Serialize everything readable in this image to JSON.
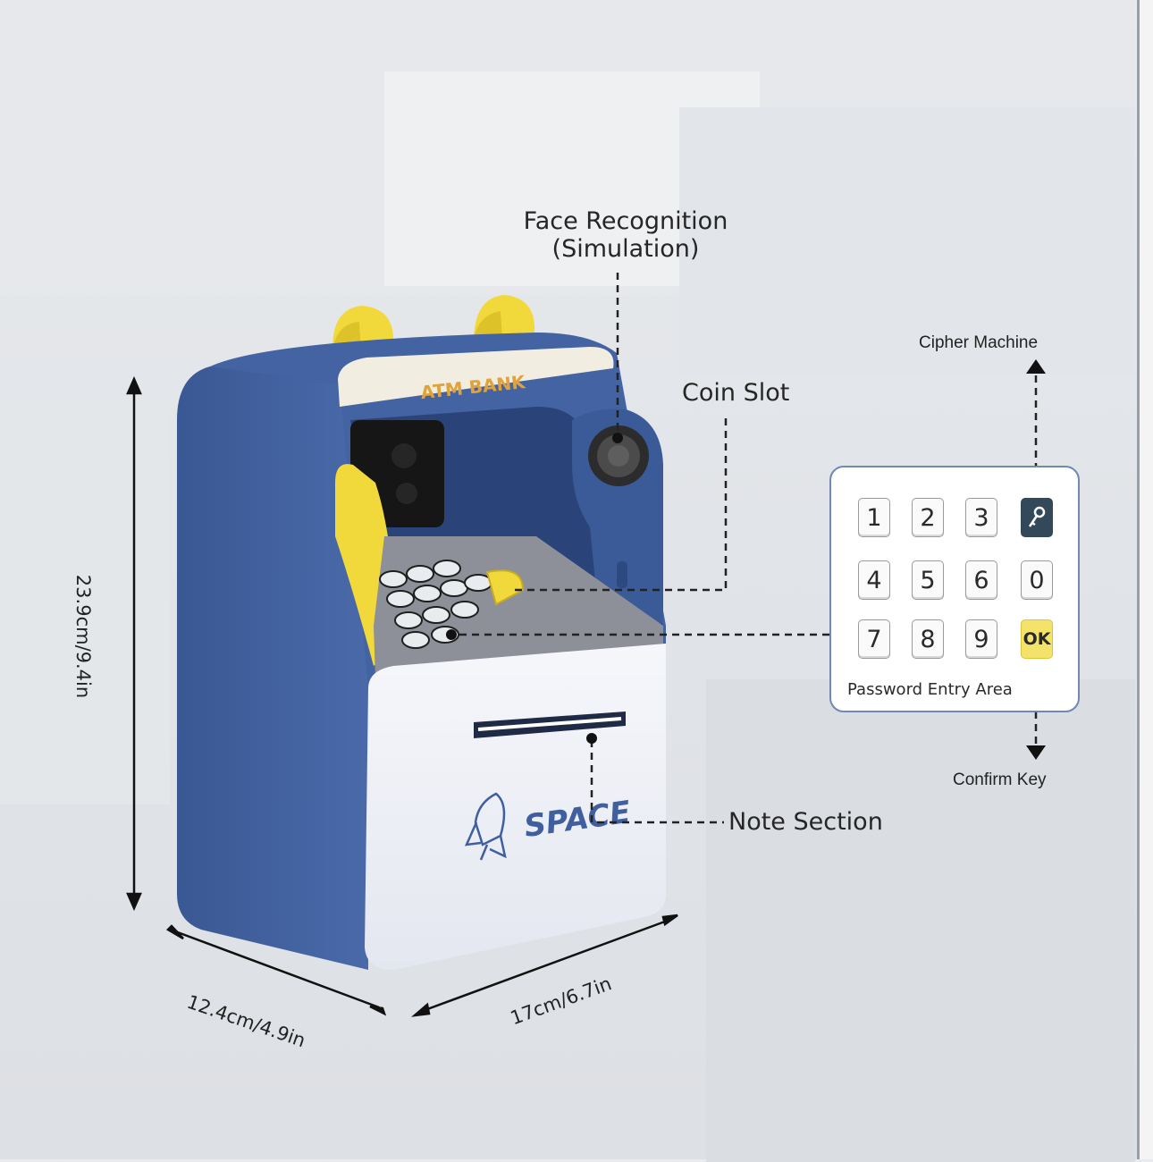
{
  "labels": {
    "face_recognition_line1": "Face Recognition",
    "face_recognition_line2": "(Simulation)",
    "coin_slot": "Coin Slot",
    "cipher_machine": "Cipher Machine",
    "confirm_key": "Confirm Key",
    "note_section": "Note Section"
  },
  "dimensions": {
    "height": "23.9cm/9.4in",
    "depth": "12.4cm/4.9in",
    "width": "17cm/6.7in"
  },
  "device": {
    "header_text": "ATM BANK",
    "front_text": "SPACE"
  },
  "keypad": {
    "rows": [
      [
        "1",
        "2",
        "3",
        "key-icon"
      ],
      [
        "4",
        "5",
        "6",
        "0"
      ],
      [
        "7",
        "8",
        "9",
        "OK"
      ]
    ],
    "area_label": "Password Entry Area"
  },
  "colors": {
    "body_blue": "#3f5f9f",
    "accent_yellow": "#f2d93b",
    "front_white": "#eef0f6",
    "keypad_border": "#6f88b4"
  }
}
